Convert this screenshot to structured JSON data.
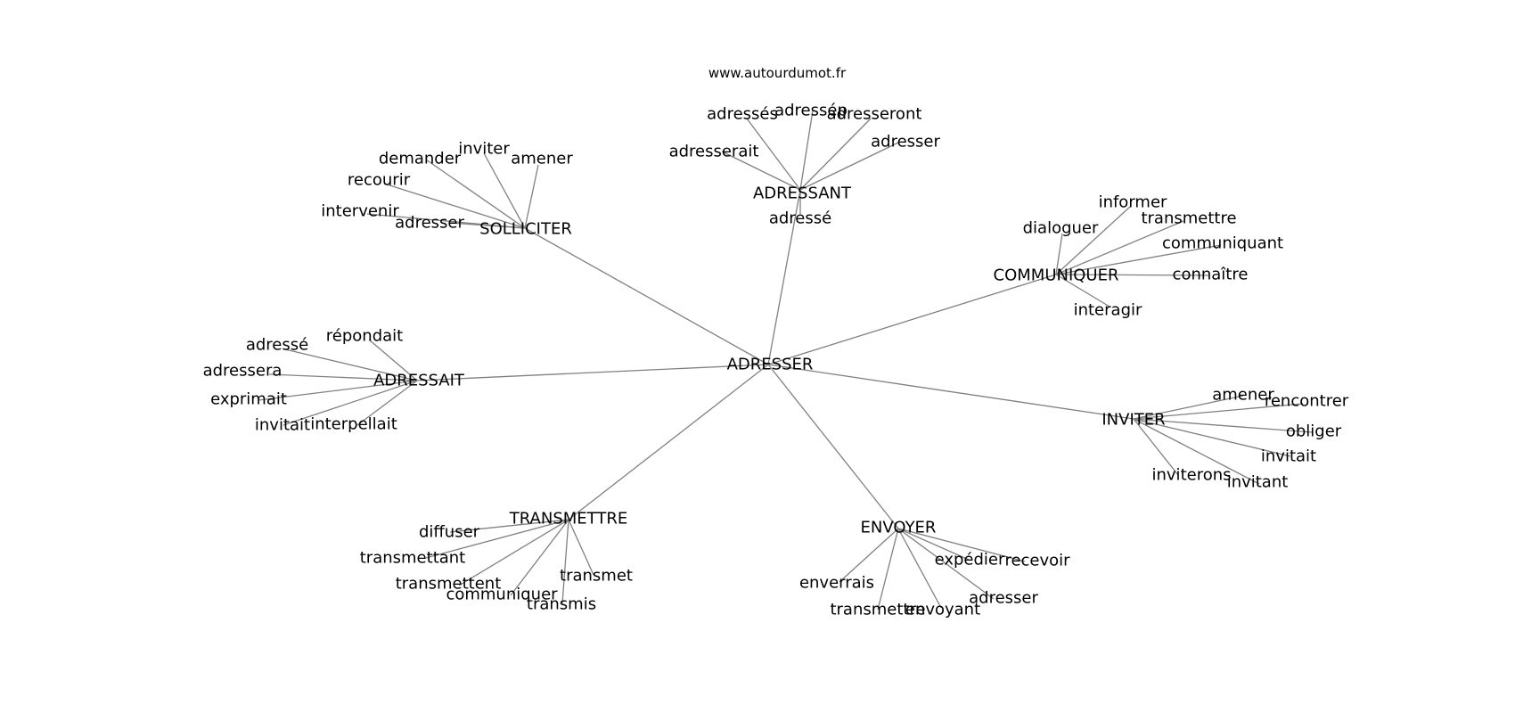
{
  "credit": "www.autourdumot.fr",
  "root": "ADRESSER",
  "clusters": [
    {
      "name": "SOLLICITER",
      "words": [
        "demander",
        "inviter",
        "amener",
        "recourir",
        "intervenir",
        "adresser"
      ]
    },
    {
      "name": "ADRESSANT",
      "words": [
        "adressés",
        "adressép",
        "adresseront",
        "adresser",
        "adresserait",
        "adressé"
      ]
    },
    {
      "name": "COMMUNIQUER",
      "words": [
        "informer",
        "transmettre",
        "dialoguer",
        "communiquant",
        "connaître",
        "interagir"
      ]
    },
    {
      "name": "ADRESSAIT",
      "words": [
        "répondait",
        "adressé",
        "adressera",
        "exprimait",
        "invitait",
        "interpellait"
      ]
    },
    {
      "name": "INVITER",
      "words": [
        "amener",
        "rencontrer",
        "obliger",
        "invitait",
        "inviterons",
        "invitant"
      ]
    },
    {
      "name": "TRANSMETTRE",
      "words": [
        "diffuser",
        "transmettant",
        "transmettent",
        "communiquer",
        "transmet",
        "transmis"
      ]
    },
    {
      "name": "ENVOYER",
      "words": [
        "expédier",
        "recevoir",
        "enverrais",
        "adresser",
        "transmettre",
        "envoyant"
      ]
    }
  ]
}
